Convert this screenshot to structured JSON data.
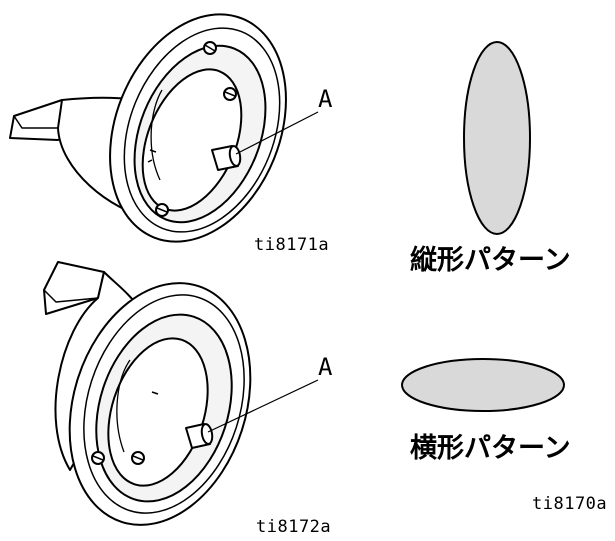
{
  "figure": {
    "top_nozzle": {
      "callout": "A",
      "id": "ti8171a"
    },
    "bottom_nozzle": {
      "callout": "A",
      "id": "ti8172a"
    },
    "vertical_pattern": {
      "label": "縦形パターン"
    },
    "horizontal_pattern": {
      "label": "横形パターン",
      "id": "ti8170a"
    }
  },
  "colors": {
    "outline": "#000000",
    "pattern_fill": "#d9d9d9",
    "shadow": "#cfcfcf"
  }
}
